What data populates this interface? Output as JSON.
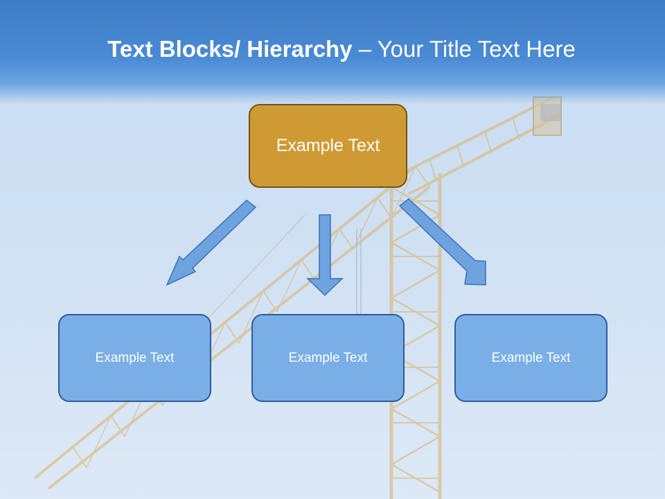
{
  "slide": {
    "title_bold": "Text Blocks/ Hierarchy",
    "title_rest": " – Your Title Text Here"
  },
  "hierarchy": {
    "root": {
      "label": "Example Text",
      "color": "#cf9a34"
    },
    "children": [
      {
        "label": "Example Text"
      },
      {
        "label": "Example Text"
      },
      {
        "label": "Example Text"
      }
    ],
    "child_color": "#7aaee6",
    "arrow_color": "#6fa3df"
  },
  "background": {
    "image": "construction-crane-icon",
    "sky_color": "#cfe0f3",
    "header_color": "#4a8ad4"
  }
}
